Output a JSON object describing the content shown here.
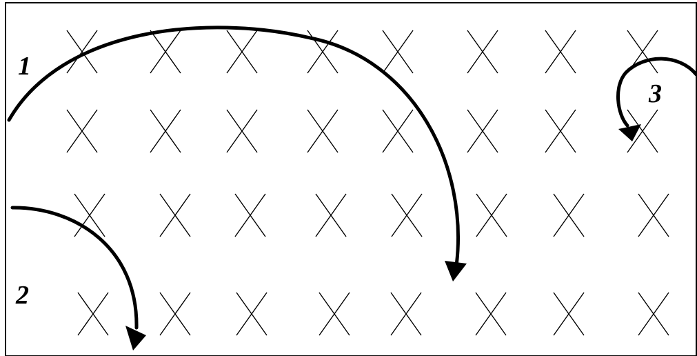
{
  "diagram": {
    "field_symbol": "×",
    "rows": 4,
    "columns": 8,
    "ink_color": "#000000",
    "background_color": "#ffffff",
    "trajectories": [
      {
        "label": "1",
        "direction": "clockwise"
      },
      {
        "label": "2",
        "direction": "clockwise"
      },
      {
        "label": "3",
        "direction": "counterclockwise"
      }
    ]
  }
}
